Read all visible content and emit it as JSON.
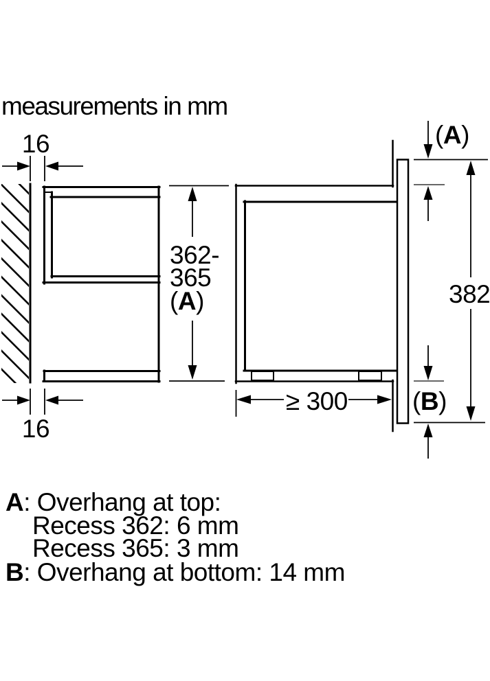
{
  "title": "measurements in mm",
  "colors": {
    "line": "#000000",
    "background": "#ffffff"
  },
  "diagram": {
    "left": {
      "dim_wall_gap_top": "16",
      "dim_wall_gap_bottom": "16",
      "dim_recess_height": {
        "line1": "362-",
        "line2": "365",
        "label_open": "(",
        "label_letter": "A",
        "label_close": ")"
      }
    },
    "right": {
      "dim_overhang_top": {
        "open": "(",
        "letter": "A",
        "close": ")"
      },
      "dim_front_height": "382",
      "dim_min_depth": "≥ 300",
      "dim_overhang_bottom": {
        "open": "(",
        "letter": "B",
        "close": ")"
      }
    }
  },
  "legend": {
    "a_label": "A",
    "a_text": ": Overhang at top:",
    "a_recess_362": "Recess 362: 6 mm",
    "a_recess_365": "Recess 365: 3 mm",
    "b_label": "B",
    "b_text": ": Overhang at bottom: 14 mm"
  }
}
